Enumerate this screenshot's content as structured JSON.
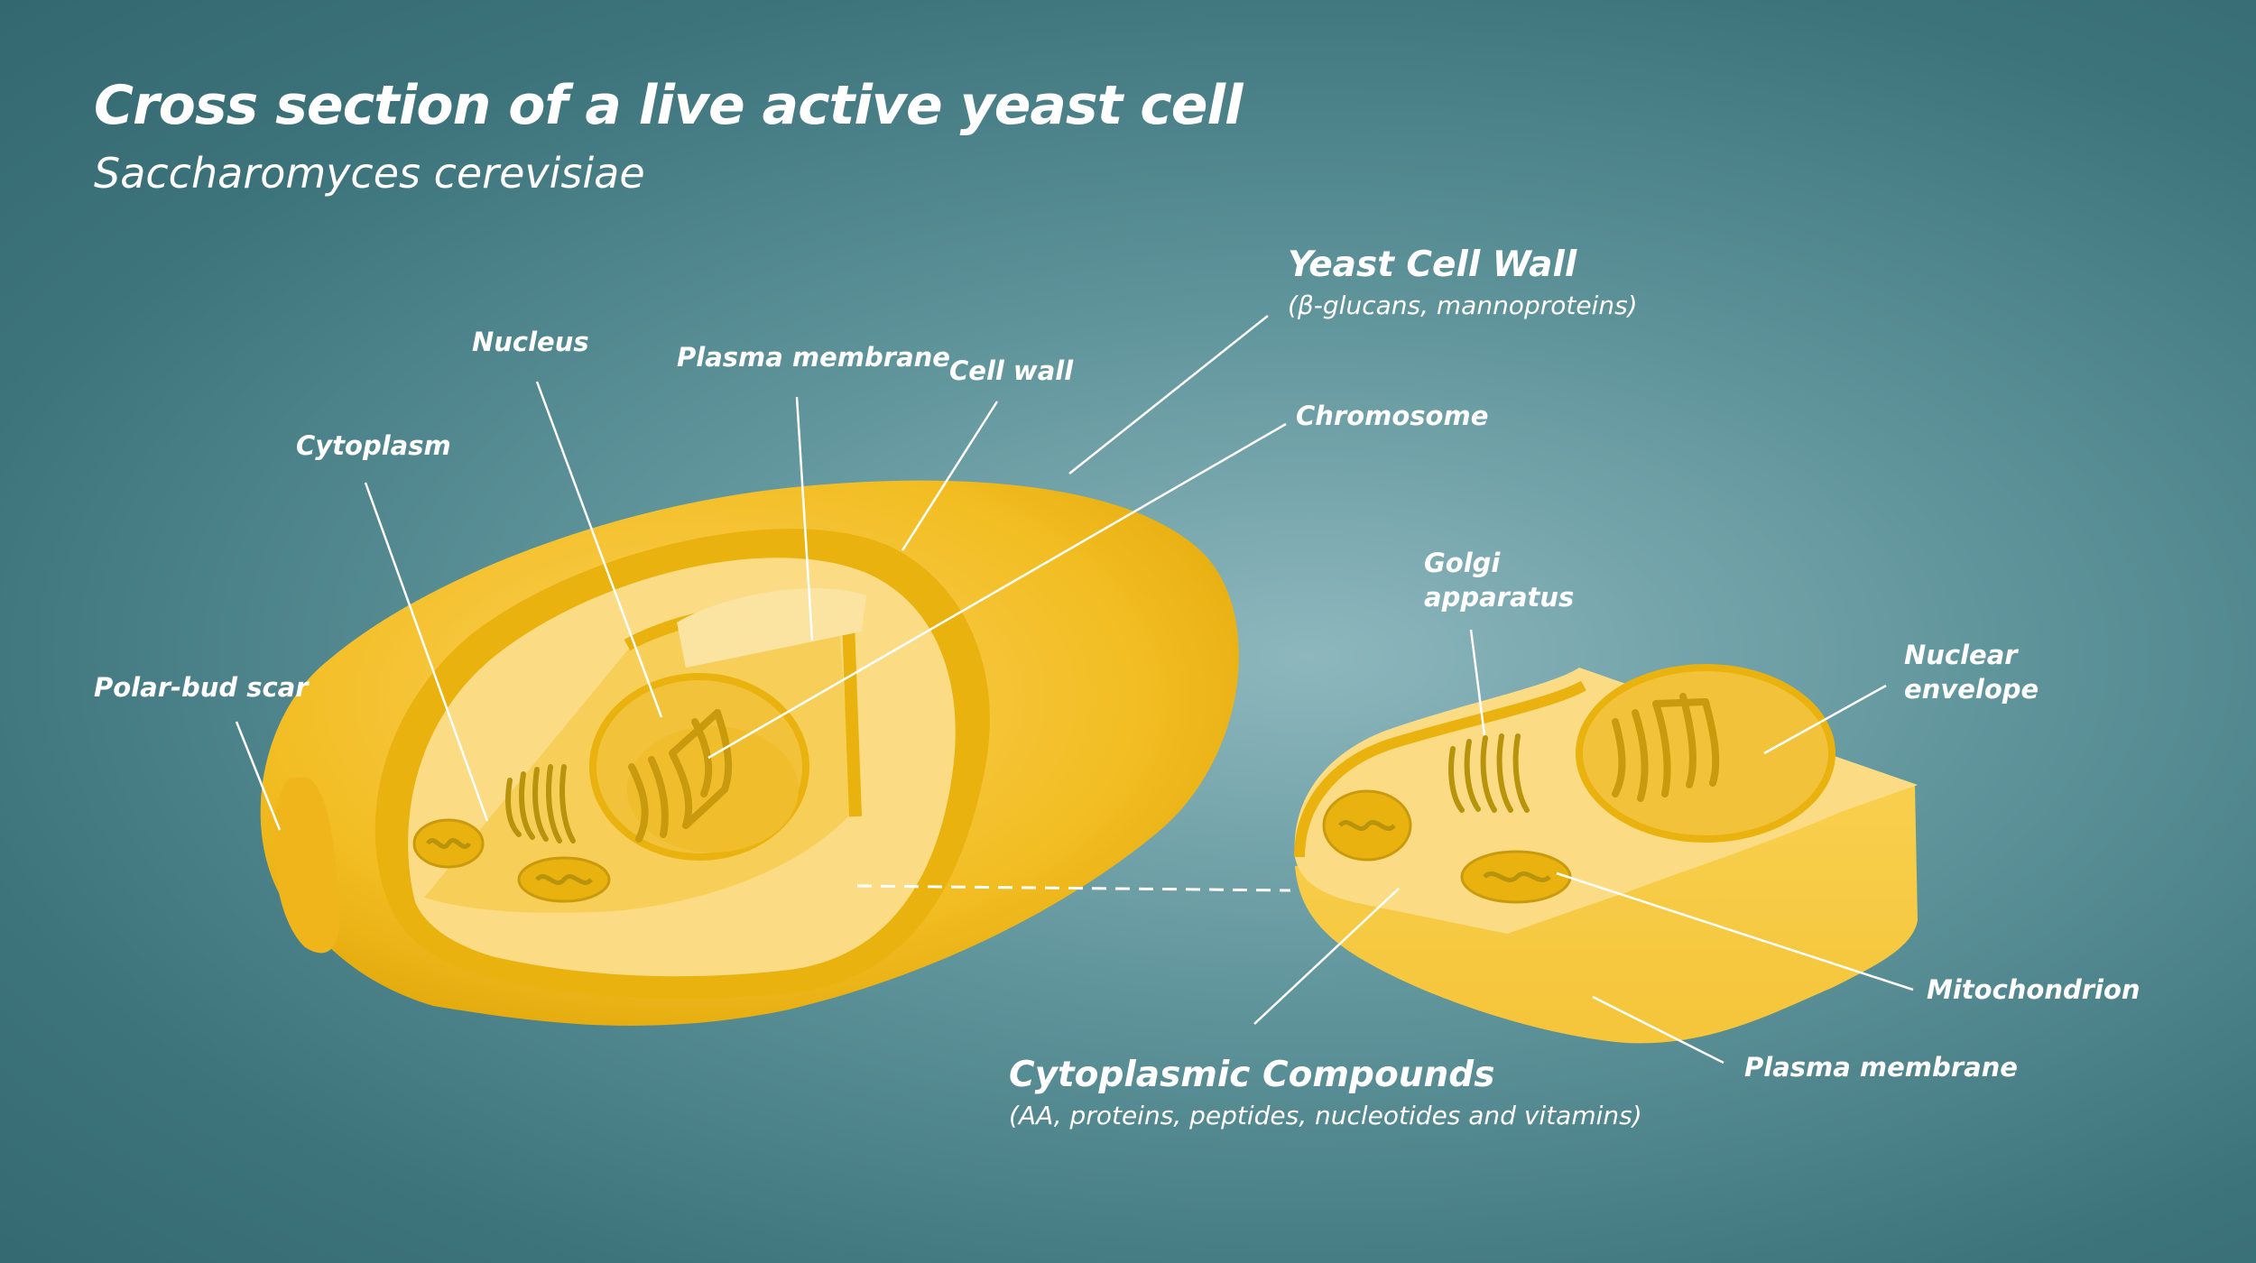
{
  "title": "Cross section of a live active yeast cell",
  "subtitle": "Saccharomyces cerevisiae",
  "labels": {
    "yeast_cell_wall": "Yeast Cell Wall",
    "yeast_cell_wall_sub": "(β-glucans, mannoproteins)",
    "nucleus": "Nucleus",
    "plasma_membrane_top": "Plasma membrane",
    "cell_wall": "Cell wall",
    "chromosome": "Chromosome",
    "cytoplasm": "Cytoplasm",
    "polar_bud_scar": "Polar-bud scar",
    "golgi_line1": "Golgi",
    "golgi_line2": "apparatus",
    "nuclear_line1": "Nuclear",
    "nuclear_line2": "envelope",
    "mitochondrion": "Mitochondrion",
    "plasma_membrane_bottom": "Plasma membrane",
    "cytoplasmic_compounds": "Cytoplasmic Compounds",
    "cytoplasmic_compounds_sub": "(AA, proteins, peptides, nucleotides and vitamins)"
  },
  "colors": {
    "cell_outer": "#f2bd22",
    "cell_wall_ring": "#e9b20f",
    "cytoplasm": "#fbdc85",
    "nucleus": "#f2c23a",
    "organelle_dark": "#b8930c",
    "leader_line": "#ffffff"
  }
}
